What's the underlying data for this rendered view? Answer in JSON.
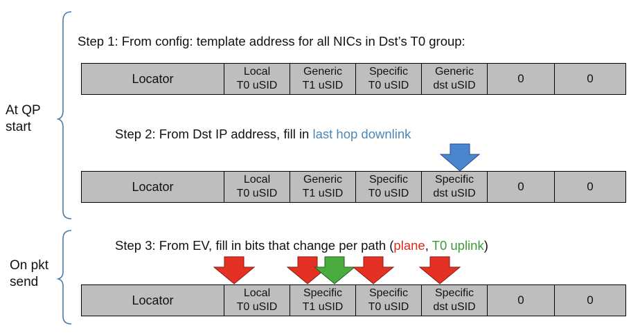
{
  "side_labels": {
    "qp_start": [
      "At QP",
      "start"
    ],
    "pkt_send": [
      "On pkt",
      "send"
    ]
  },
  "steps": {
    "step1": "Step 1: From config: template address for all NICs in Dst’s T0 group:",
    "step2": {
      "prefix": "Step 2: From Dst IP address, fill in ",
      "highlight": "last hop downlink"
    },
    "step3": {
      "prefix": "Step 3: From EV, fill in bits that change per path (",
      "plane": "plane",
      "sep": ", ",
      "t0_uplink": "T0 uplink",
      "suffix": ")"
    }
  },
  "rows": [
    {
      "cells": [
        {
          "l1": "Locator",
          "l2": ""
        },
        {
          "l1": "Local",
          "l2": "T0 uSID"
        },
        {
          "l1": "Generic",
          "l2": "T1 uSID"
        },
        {
          "l1": "Specific",
          "l2": "T0 uSID"
        },
        {
          "l1": "Generic",
          "l2": "dst uSID"
        },
        {
          "l1": "0",
          "l2": ""
        },
        {
          "l1": "0",
          "l2": ""
        }
      ]
    },
    {
      "cells": [
        {
          "l1": "Locator",
          "l2": ""
        },
        {
          "l1": "Local",
          "l2": "T0 uSID"
        },
        {
          "l1": "Generic",
          "l2": "T1 uSID"
        },
        {
          "l1": "Specific",
          "l2": "T0 uSID"
        },
        {
          "l1": "Specific",
          "l2": "dst uSID"
        },
        {
          "l1": "0",
          "l2": ""
        },
        {
          "l1": "0",
          "l2": ""
        }
      ]
    },
    {
      "cells": [
        {
          "l1": "Locator",
          "l2": ""
        },
        {
          "l1": "Local",
          "l2": "T0 uSID"
        },
        {
          "l1": "Specific",
          "l2": "T1 uSID"
        },
        {
          "l1": "Specific",
          "l2": "T0 uSID"
        },
        {
          "l1": "Specific",
          "l2": "dst uSID"
        },
        {
          "l1": "0",
          "l2": ""
        },
        {
          "l1": "0",
          "l2": ""
        }
      ]
    }
  ],
  "colors": {
    "blue_arrow": "#4a86d0",
    "red_arrow": "#e53124",
    "green_arrow": "#4aab3f",
    "highlight_blue": "#4a87b7",
    "highlight_red": "#e0271c",
    "highlight_green": "#3a9b35",
    "cell_fill": "#bebebe",
    "brace": "#4a7aa8"
  }
}
